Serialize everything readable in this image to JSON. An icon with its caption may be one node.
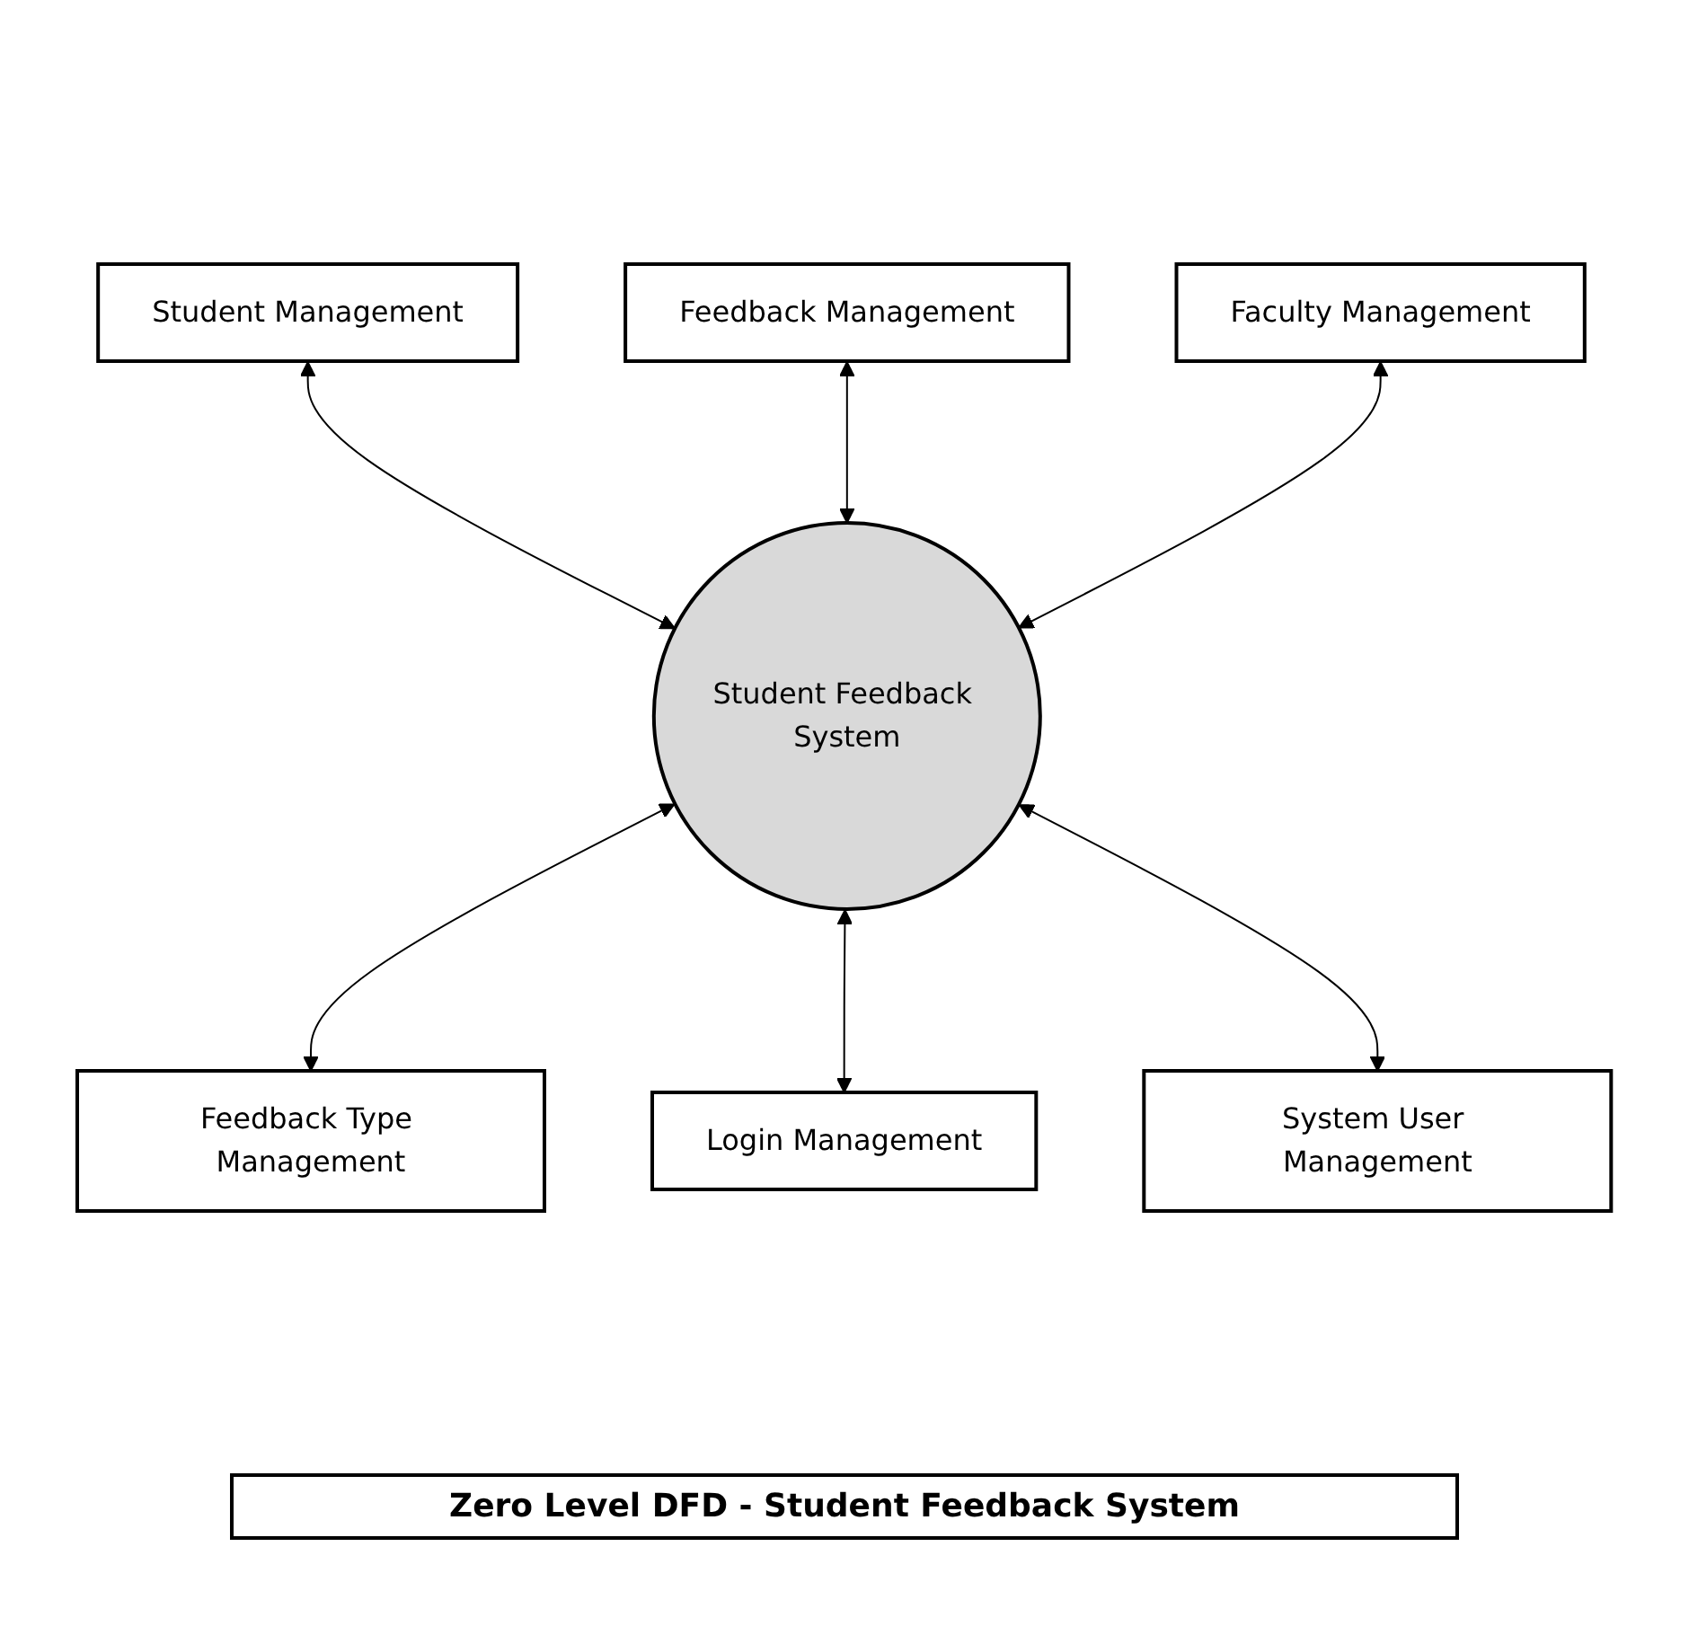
{
  "diagram": {
    "title": "Zero Level DFD - Student Feedback System",
    "nodes": [
      {
        "text": [
          "Feedback Management"
        ]
      },
      {
        "text": [
          "Student Management"
        ]
      },
      {
        "text": [
          "Faculty Management"
        ]
      },
      {
        "text": [
          "Student Feedback System"
        ]
      },
      {
        "text": [
          "Feedback Type Management"
        ]
      },
      {
        "text": [
          "System User Management"
        ]
      },
      {
        "text": [
          "Login Management"
        ]
      }
    ],
    "edges": [
      {
        "from": 1,
        "to": 3,
        "arrow": "both"
      },
      {
        "from": 0,
        "to": 3,
        "arrow": "both"
      },
      {
        "from": 2,
        "to": 3,
        "arrow": "both"
      },
      {
        "from": 3,
        "to": 4,
        "arrow": "both"
      },
      {
        "from": 3,
        "to": 6,
        "arrow": "both"
      },
      {
        "from": 3,
        "to": 5,
        "arrow": "both"
      }
    ]
  }
}
